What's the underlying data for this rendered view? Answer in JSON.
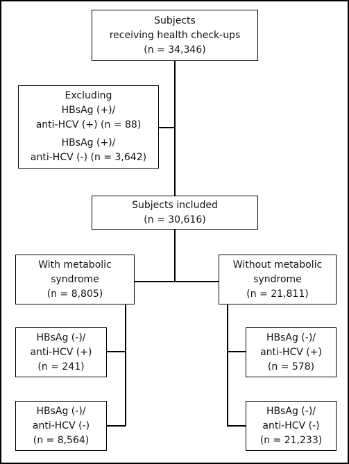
{
  "top": {
    "line1": "Subjects",
    "line2": "receiving health check-ups",
    "line3": "(n = 34,346)"
  },
  "excluding": {
    "title": "Excluding",
    "group1_line1": "HBsAg (+)/",
    "group1_line2": "anti-HCV (+) (n = 88)",
    "group2_line1": "HBsAg (+)/",
    "group2_line2": "anti-HCV (-) (n = 3,642)"
  },
  "included": {
    "line1": "Subjects included",
    "line2": "(n = 30,616)"
  },
  "with_ms": {
    "line1": "With metabolic",
    "line2": "syndrome",
    "line3": "(n = 8,805)"
  },
  "without_ms": {
    "line1": "Without metabolic",
    "line2": "syndrome",
    "line3": "(n = 21,811)"
  },
  "with_pos": {
    "line1": "HBsAg (-)/",
    "line2": "anti-HCV (+)",
    "line3": "(n = 241)"
  },
  "with_neg": {
    "line1": "HBsAg (-)/",
    "line2": "anti-HCV (-)",
    "line3": "(n = 8,564)"
  },
  "without_pos": {
    "line1": "HBsAg (-)/",
    "line2": "anti-HCV (+)",
    "line3": "(n = 578)"
  },
  "without_neg": {
    "line1": "HBsAg (-)/",
    "line2": "anti-HCV (-)",
    "line3": "(n = 21,233)"
  }
}
